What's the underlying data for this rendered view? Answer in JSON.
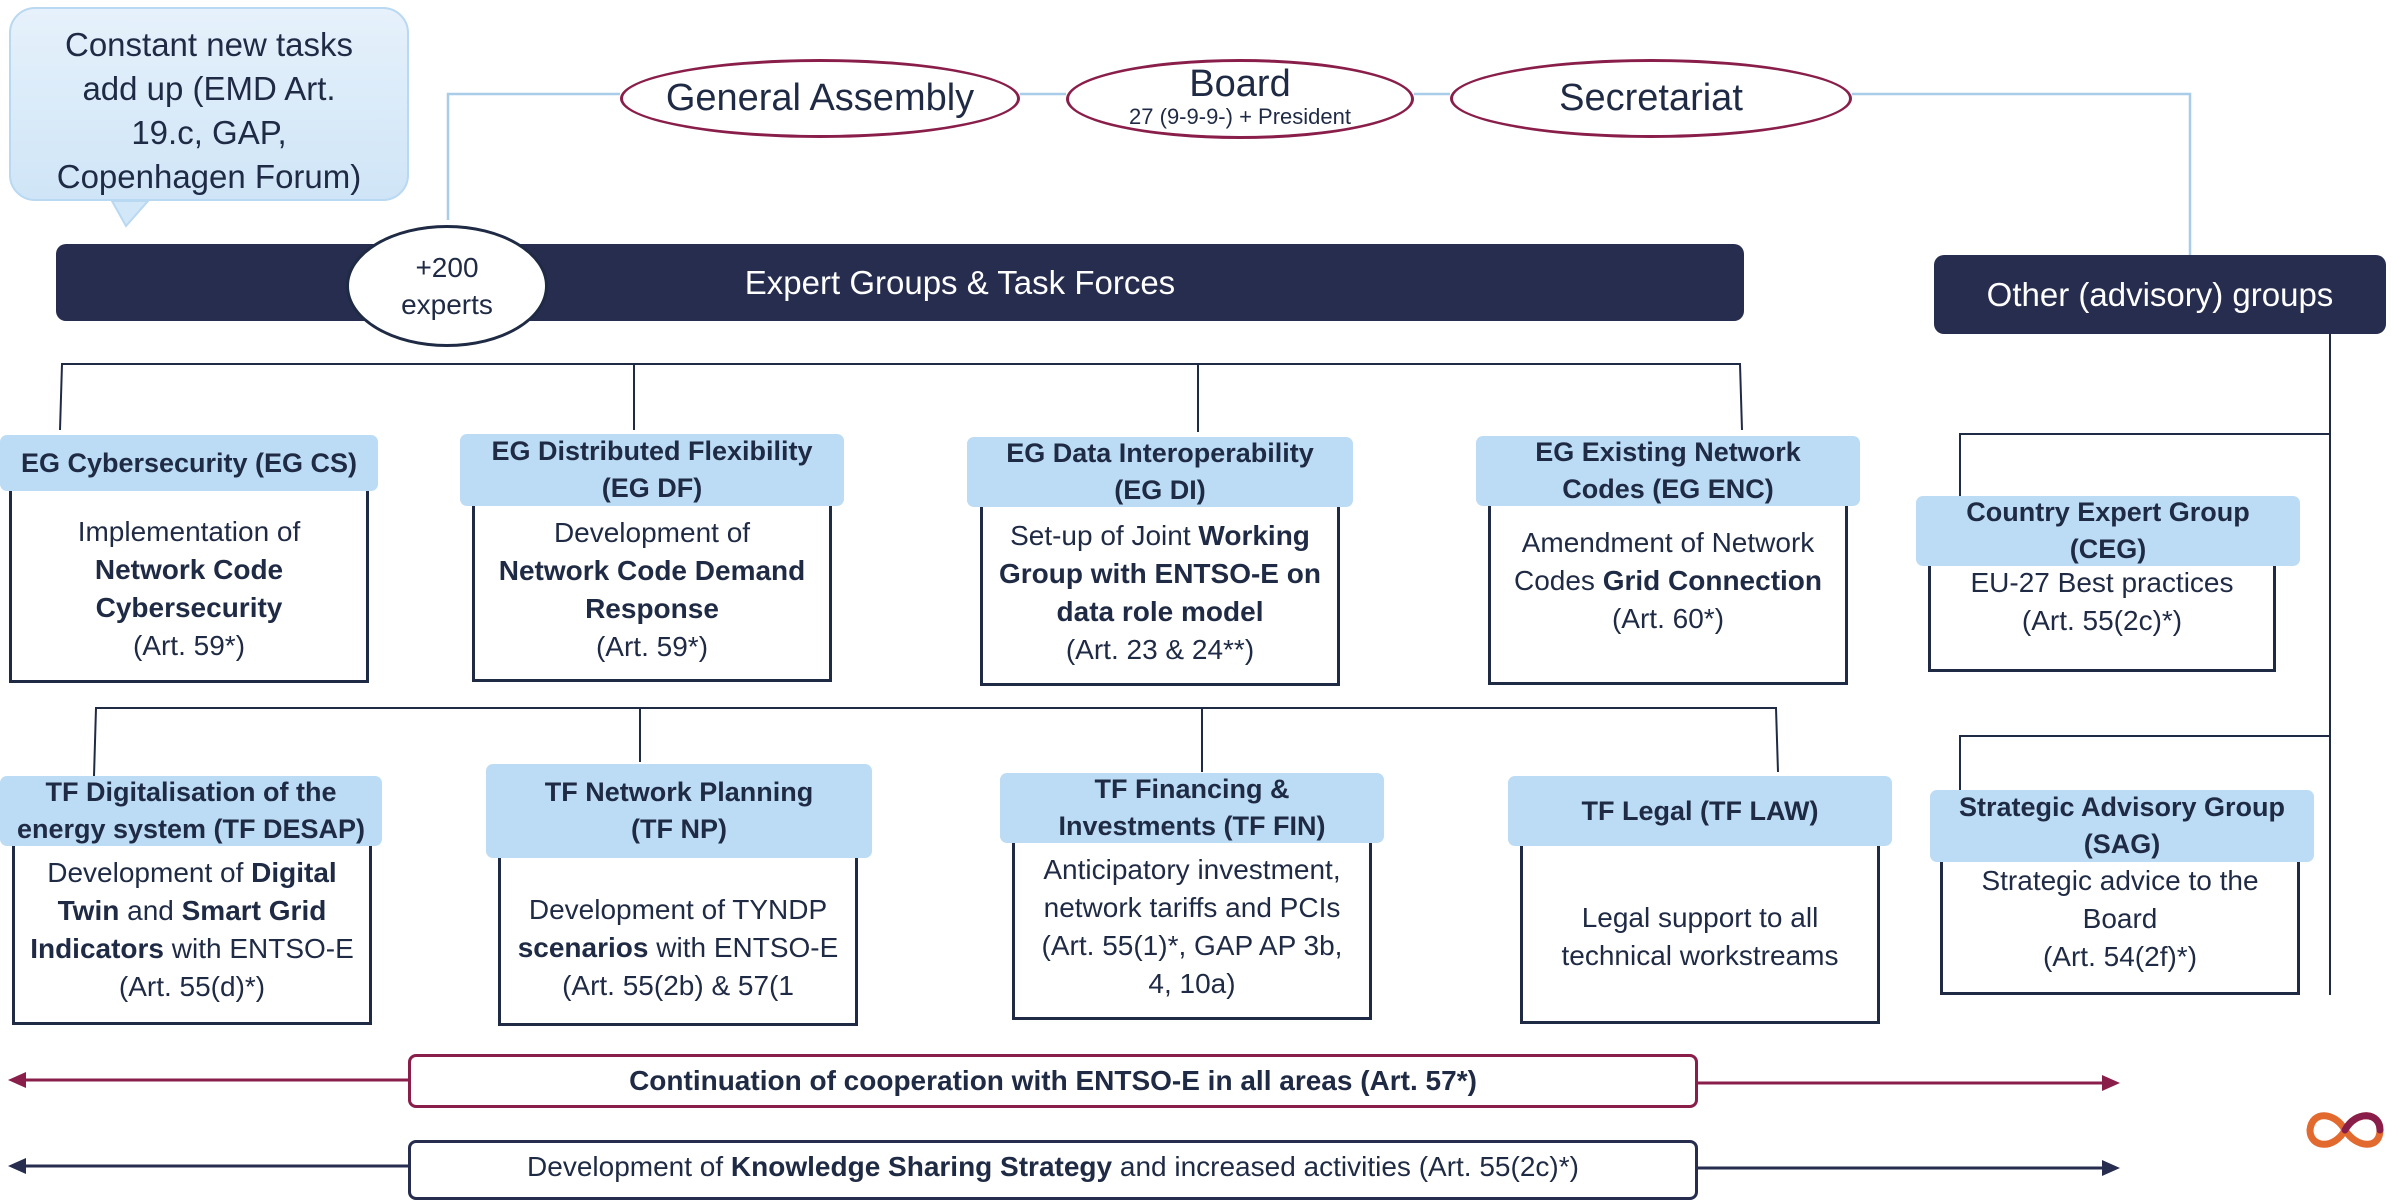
{
  "callout": {
    "lines": [
      "Constant new tasks",
      "add up (EMD Art.",
      "19.c, GAP,",
      "Copenhagen Forum)"
    ]
  },
  "governance": {
    "general_assembly": "General Assembly",
    "board_title": "Board",
    "board_subtitle": "27 (9-9-9-) + President",
    "secretariat": "Secretariat"
  },
  "expert_bar": {
    "title": "Expert Groups & Task Forces",
    "experts_line1": "+200",
    "experts_line2": "experts"
  },
  "other_bar": {
    "title": "Other (advisory) groups"
  },
  "expert_groups": [
    {
      "label": [
        "EG Cybersecurity (EG CS)"
      ],
      "desc": [
        [
          "Implementation of"
        ],
        [
          "<b>Network Code</b>"
        ],
        [
          "<b>Cybersecurity</b>"
        ],
        [
          "(Art. 59*)"
        ]
      ]
    },
    {
      "label": [
        "EG Distributed Flexibility",
        "(EG DF)"
      ],
      "desc": [
        [
          "Development of"
        ],
        [
          "<b>Network Code Demand</b>"
        ],
        [
          "<b>Response</b>"
        ],
        [
          "(Art. 59*)"
        ]
      ]
    },
    {
      "label": [
        "EG Data Interoperability",
        "(EG DI)"
      ],
      "desc": [
        [
          "Set-up of Joint <b>Working</b>"
        ],
        [
          "<b>Group with ENTSO-E on</b>"
        ],
        [
          "<b>data role model</b>"
        ],
        [
          "(Art. 23 & 24**)"
        ]
      ]
    },
    {
      "label": [
        "EG Existing Network",
        "Codes (EG ENC)"
      ],
      "desc": [
        [
          "Amendment of Network"
        ],
        [
          "Codes <b>Grid Connection</b>"
        ],
        [
          "(Art. 60*)"
        ]
      ]
    }
  ],
  "task_forces": [
    {
      "label": [
        "TF Digitalisation of the",
        "energy system (TF DESAP)"
      ],
      "desc": [
        [
          "Development of <b>Digital</b>"
        ],
        [
          "<b>Twin</b> and <b>Smart Grid</b>"
        ],
        [
          "<b>Indicators</b> with ENTSO-E"
        ],
        [
          "(Art. 55(d)*)"
        ]
      ]
    },
    {
      "label": [
        "TF Network Planning",
        "(TF NP)"
      ],
      "desc": [
        [
          "Development of TYNDP"
        ],
        [
          "<b>scenarios</b> with ENTSO-E"
        ],
        [
          "(Art. 55(2b) & 57(1"
        ]
      ]
    },
    {
      "label": [
        "TF Financing &",
        "Investments (TF FIN)"
      ],
      "desc": [
        [
          "Anticipatory investment,"
        ],
        [
          "network tariffs and PCIs"
        ],
        [
          "(Art. 55(1)*, GAP AP 3b,"
        ],
        [
          "4, 10a)"
        ]
      ]
    },
    {
      "label": [
        "TF Legal (TF LAW)"
      ],
      "desc": [
        [
          "Legal support to all"
        ],
        [
          "technical workstreams"
        ]
      ]
    }
  ],
  "advisory_groups": [
    {
      "label": [
        "Country Expert Group",
        "(CEG)"
      ],
      "desc": [
        [
          "EU-27 Best practices"
        ],
        [
          "(Art. 55(2c)*)"
        ]
      ]
    },
    {
      "label": [
        "Strategic Advisory Group",
        "(SAG)"
      ],
      "desc": [
        [
          "Strategic advice to the"
        ],
        [
          "Board"
        ],
        [
          "(Art. 54(2f)*)"
        ]
      ]
    }
  ],
  "banners": {
    "cooperation": "Continuation of cooperation with ENTSO-E in all areas (Art. 57*)",
    "knowledge_pre": "Development of ",
    "knowledge_bold": "Knowledge Sharing Strategy",
    "knowledge_post": " and increased activities (Art. 55(2c)*)"
  },
  "colors": {
    "navy": "#262d4f",
    "maroon": "#8a1e4a",
    "light_blue": "#bcdcf5",
    "connector_blue": "#a9cde8"
  },
  "logo": {
    "icon": "infinity-logo-icon"
  }
}
